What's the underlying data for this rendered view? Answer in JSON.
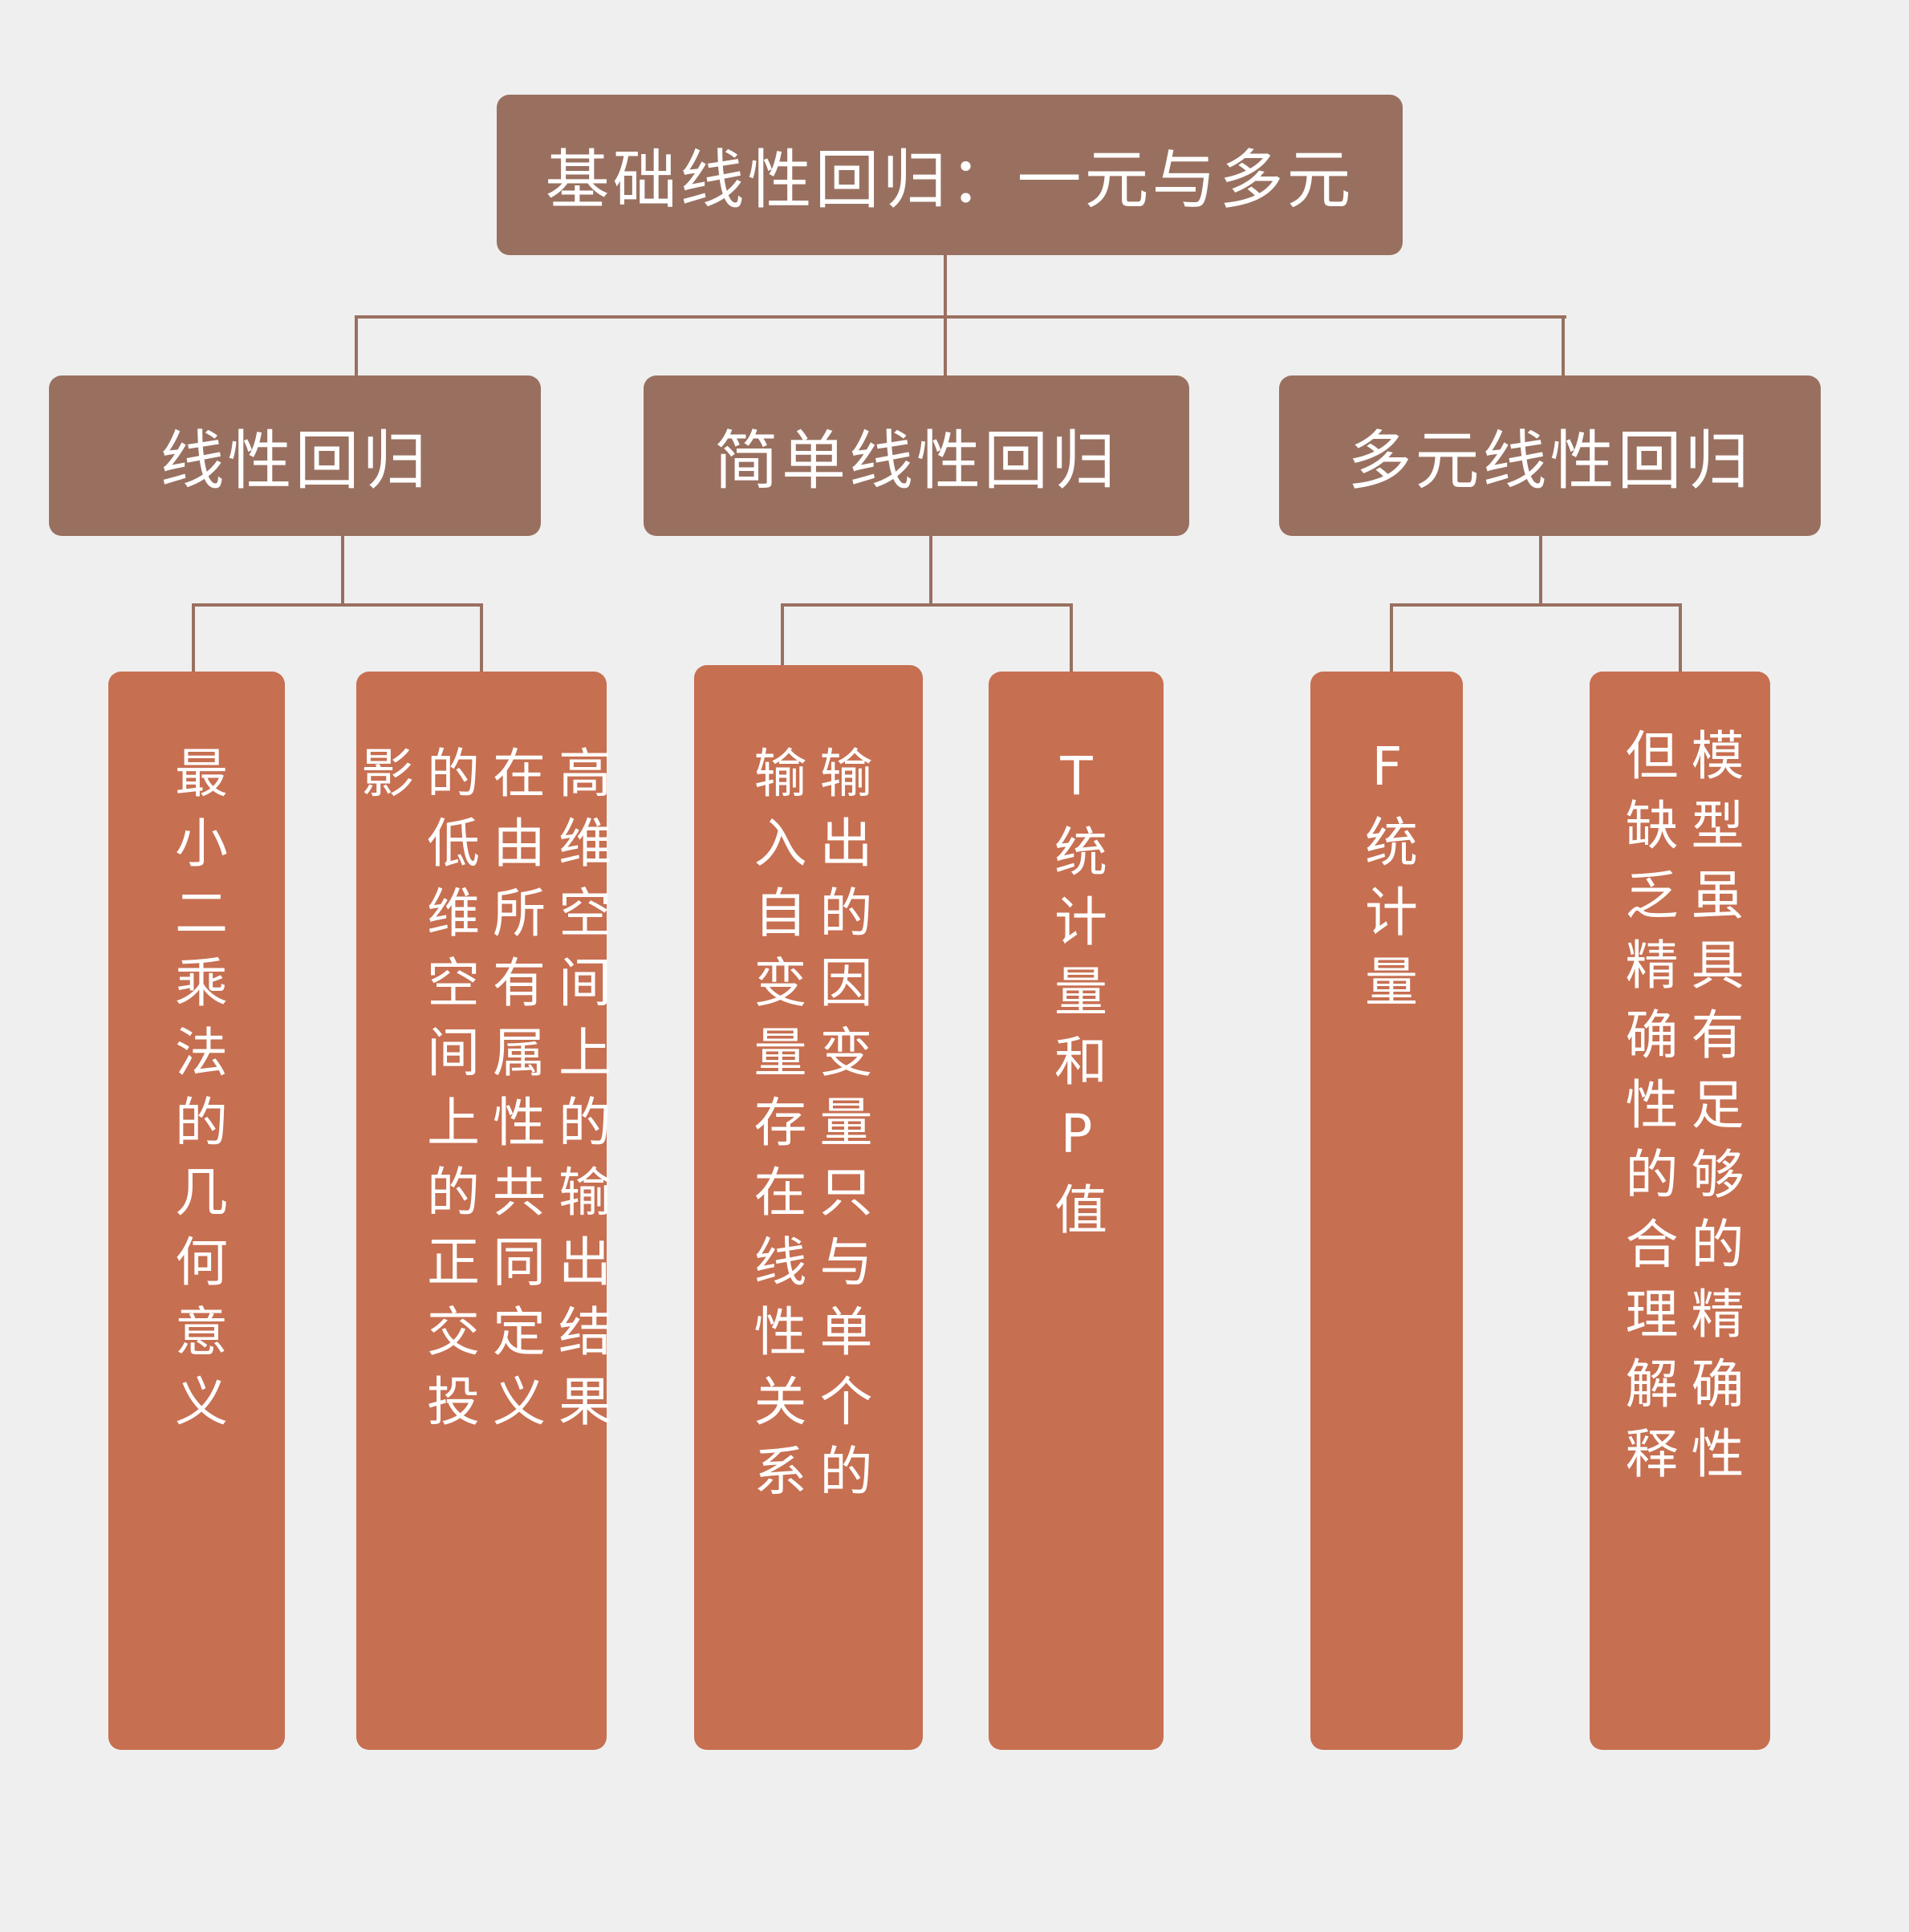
{
  "root": {
    "title": "基础线性回归：一元与多元"
  },
  "branches": [
    {
      "title": "线性回归",
      "leaves": [
        "最小二乘法的几何意义",
        "高维空间上的输出结果在由所有属性共同定义的低维空间上的正交投影"
      ]
    },
    {
      "title": "简单线性回归",
      "leaves": [
        "输出的因变量只与单个的输入自变量存在线性关系",
        "T统计量和P值"
      ]
    },
    {
      "title": "多元线性回归",
      "leaves": [
        "F统计量",
        "模型虽具有足够的精确性但缺乏精确性的合理解释"
      ]
    }
  ],
  "colors": {
    "background": "#efefef",
    "node": "#997060",
    "leaf": "#c76f51",
    "connector": "#997060"
  }
}
